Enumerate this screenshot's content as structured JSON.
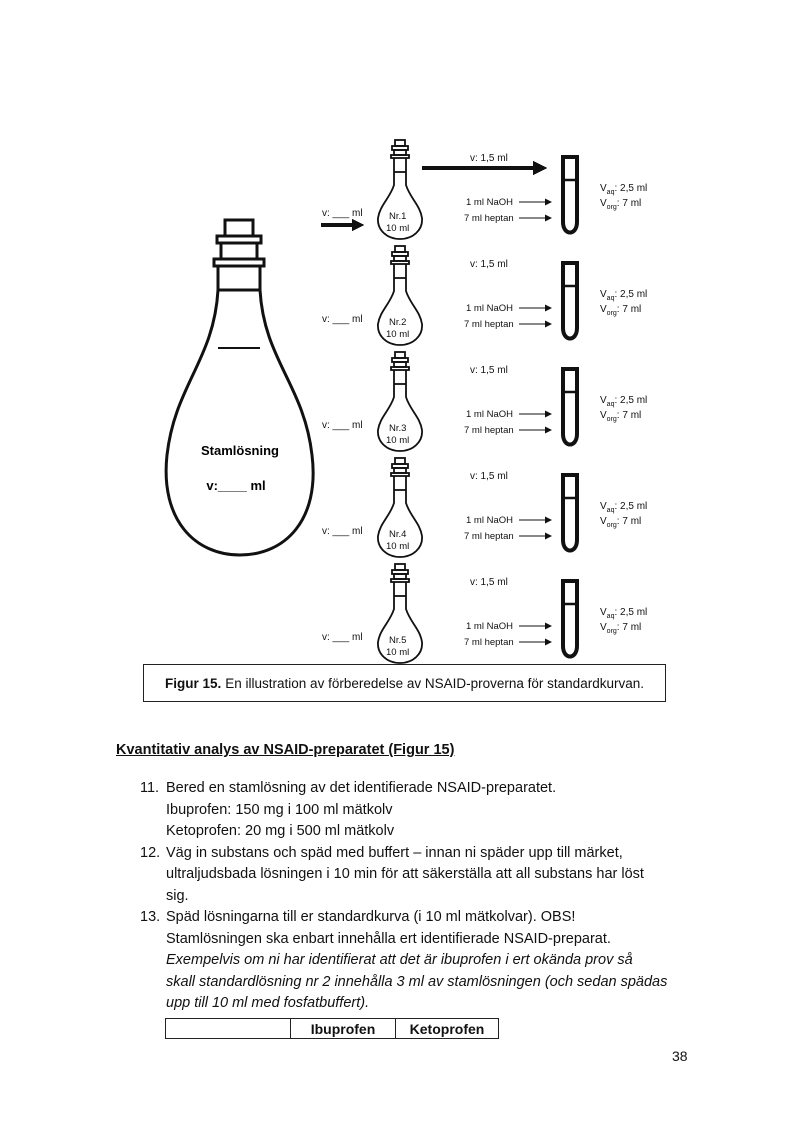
{
  "figure": {
    "stock_label": "Stamlösning",
    "stock_volume": "v:____ ml",
    "rows": [
      {
        "input_volume": "v: ___ ml",
        "flask_name": "Nr.1",
        "flask_volume": "10 ml",
        "transfer_volume": "v: 1,5 ml",
        "naoh": "1 ml NaOH",
        "heptane": "7 ml heptan",
        "v_aq_prefix": "V",
        "v_aq_sub": "aq",
        "v_aq_value": ": 2,5 ml",
        "v_org_prefix": "V",
        "v_org_sub": "org",
        "v_org_value": ": 7 ml"
      },
      {
        "input_volume": "v: ___ ml",
        "flask_name": "Nr.2",
        "flask_volume": "10 ml",
        "transfer_volume": "v: 1,5 ml",
        "naoh": "1 ml NaOH",
        "heptane": "7 ml heptan",
        "v_aq_prefix": "V",
        "v_aq_sub": "aq",
        "v_aq_value": ": 2,5 ml",
        "v_org_prefix": "V",
        "v_org_sub": "org",
        "v_org_value": ": 7 ml"
      },
      {
        "input_volume": "v: ___ ml",
        "flask_name": "Nr.3",
        "flask_volume": "10 ml",
        "transfer_volume": "v: 1,5 ml",
        "naoh": "1 ml NaOH",
        "heptane": "7 ml heptan",
        "v_aq_prefix": "V",
        "v_aq_sub": "aq",
        "v_aq_value": ": 2,5 ml",
        "v_org_prefix": "V",
        "v_org_sub": "org",
        "v_org_value": ": 7 ml"
      },
      {
        "input_volume": "v: ___ ml",
        "flask_name": "Nr.4",
        "flask_volume": "10 ml",
        "transfer_volume": "v: 1,5 ml",
        "naoh": "1 ml NaOH",
        "heptane": "7 ml heptan",
        "v_aq_prefix": "V",
        "v_aq_sub": "aq",
        "v_aq_value": ": 2,5 ml",
        "v_org_prefix": "V",
        "v_org_sub": "org",
        "v_org_value": ": 7 ml"
      },
      {
        "input_volume": "v: ___ ml",
        "flask_name": "Nr.5",
        "flask_volume": "10 ml",
        "transfer_volume": "v: 1,5 ml",
        "naoh": "1 ml NaOH",
        "heptane": "7 ml heptan",
        "v_aq_prefix": "V",
        "v_aq_sub": "aq",
        "v_aq_value": ": 2,5 ml",
        "v_org_prefix": "V",
        "v_org_sub": "org",
        "v_org_value": ": 7 ml"
      }
    ]
  },
  "caption": {
    "label": "Figur 15.",
    "text": "En illustration av förberedelse av NSAID-proverna för standardkurvan."
  },
  "section": {
    "heading": "Kvantitativ analys av NSAID-preparatet (Figur 15)",
    "steps": [
      {
        "number": "11.",
        "lines": [
          "Bered en stamlösning av det identifierade NSAID-preparatet.",
          "Ibuprofen: 150 mg i 100 ml mätkolv",
          "Ketoprofen: 20 mg i 500 ml mätkolv"
        ],
        "italic_lines": []
      },
      {
        "number": "12.",
        "lines": [
          "Väg in substans och späd med buffert – innan ni späder upp till märket,",
          "ultraljudsbada lösningen i 10 min för att säkerställa att all substans har löst",
          "sig."
        ],
        "italic_lines": []
      },
      {
        "number": "13.",
        "lines": [
          "Späd lösningarna till er standardkurva (i 10 ml mätkolvar). OBS!",
          "Stamlösningen ska enbart innehålla ert identifierade NSAID-preparat."
        ],
        "italic_lines": [
          "Exempelvis om ni har identifierat att det är ibuprofen i ert okända prov så",
          "skall standardlösning nr 2 innehålla 3 ml av stamlösningen (och sedan spädas",
          "upp till 10 ml med fosfatbuffert)."
        ]
      }
    ]
  },
  "table": {
    "headers": [
      "",
      "Ibuprofen",
      "Ketoprofen"
    ]
  },
  "page_number": "38"
}
